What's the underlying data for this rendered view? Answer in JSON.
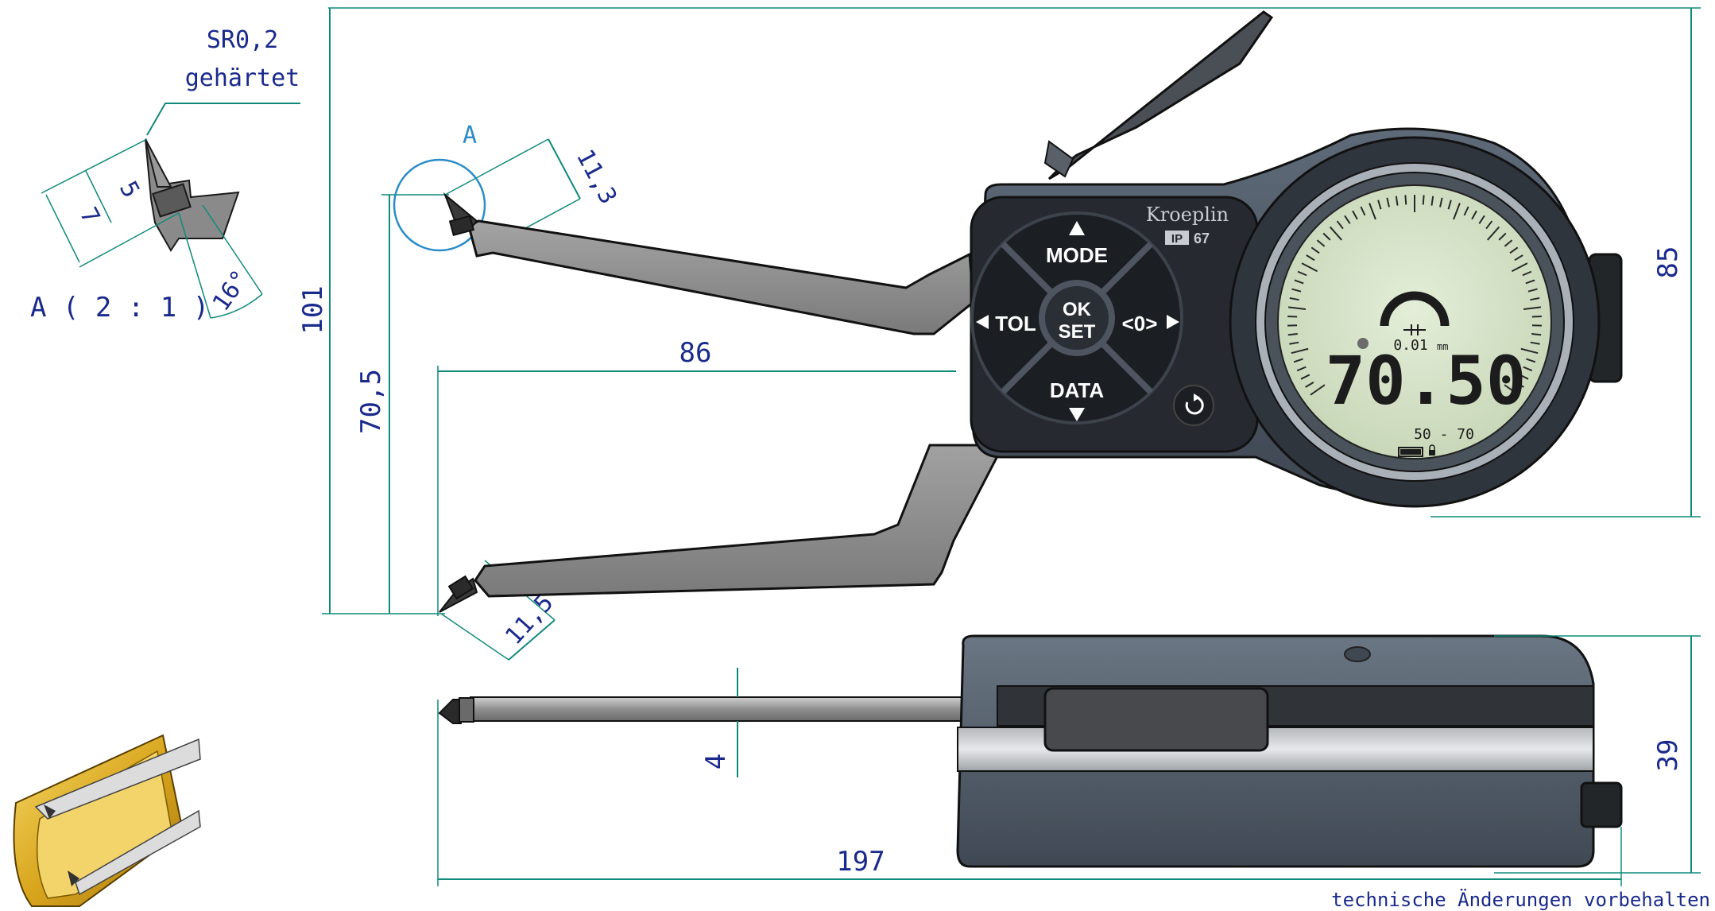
{
  "detail": {
    "radius_note": "SR0,2",
    "hardened_note": "gehärtet",
    "label": "A",
    "scale_label": "A ( 2 : 1 )",
    "dims": {
      "d5": "5",
      "d7": "7",
      "d16": "16°"
    }
  },
  "main_dims": {
    "d101": "101",
    "d70_5": "70,5",
    "d86": "86",
    "d11_3": "11,3",
    "d11_5": "11,5",
    "d85": "85"
  },
  "side_dims": {
    "d4": "4",
    "d39": "39",
    "d197": "197"
  },
  "gauge": {
    "brand": "Kroeplin",
    "ip_rating": "IP",
    "ip_number": "67",
    "buttons": {
      "mode": "MODE",
      "tol": "TOL",
      "ok": "OK",
      "set": "SET",
      "zero": "<0>",
      "data": "DATA"
    },
    "display": {
      "reading": "70.50",
      "resolution": "0.01",
      "unit": "mm",
      "range": "50 - 70"
    }
  },
  "footer_note": "technische Änderungen vorbehalten",
  "colors": {
    "dimension_line": "#0f8a7a",
    "dimension_text": "#1a2a8c",
    "detail_circle": "#2a8cc8",
    "housing": "#4e5966",
    "keypad": "#1f232a",
    "lcd": "#d8e5c8",
    "jaw": "#8c8c8c",
    "sleeve": "#e0b52a"
  }
}
